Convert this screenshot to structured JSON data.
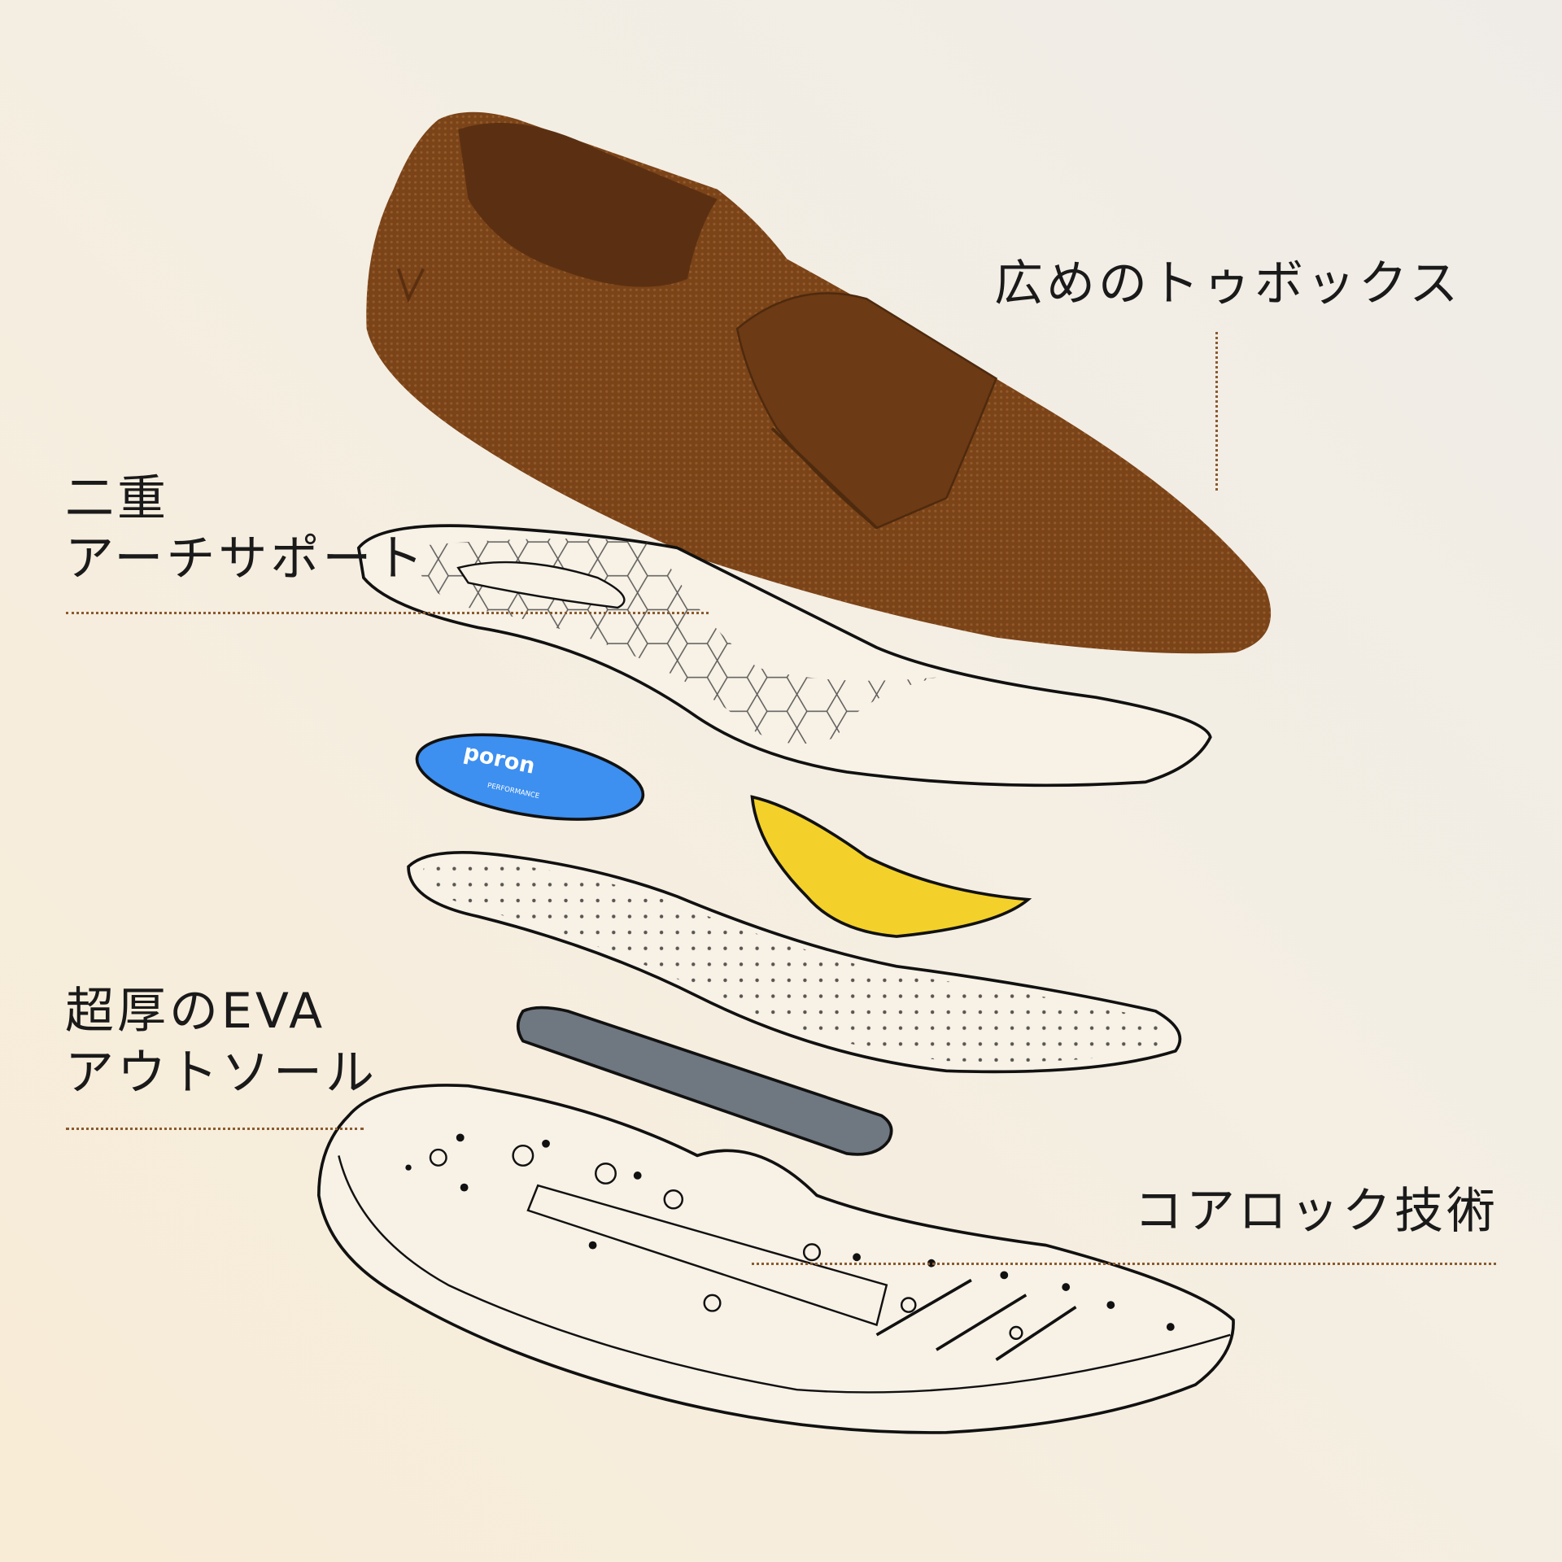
{
  "labels": {
    "toe_box": "広めのトゥボックス",
    "arch_line1": "二重",
    "arch_line2": "アーチサポート",
    "eva_line1": "超厚のEVA",
    "eva_line2": "アウトソール",
    "core_lock": "コアロック技術"
  },
  "logos": {
    "poron": "poron",
    "poron_sub": "PERFORMANCE"
  },
  "colors": {
    "shoe": "#7a4318",
    "poron_pad": "#3d8ff0",
    "heel_wedge": "#f3d12a",
    "shank": "#6f7780",
    "leader_line": "#8a5a2e"
  }
}
